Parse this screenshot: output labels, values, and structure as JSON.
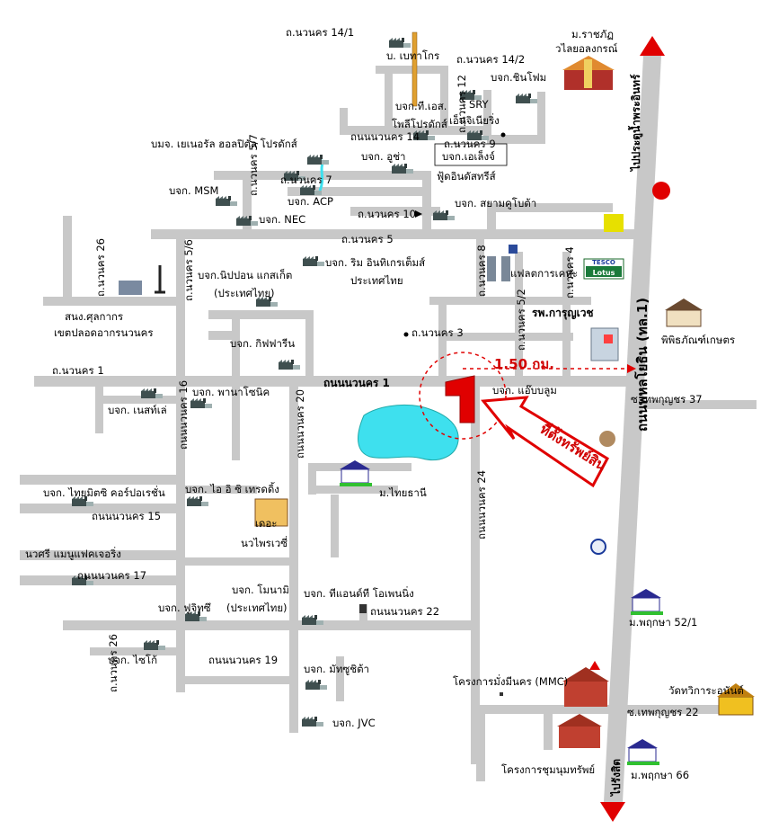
{
  "labels": {
    "nawanakorn_14_1": "ถ.นวนคร 14/1",
    "bor_paokor": "บ. เบทาโกร",
    "nawanakorn_14_2": "ถ.นวนคร 14/2",
    "raj_univ_1": "ม.ราชภัฏ",
    "raj_univ_2": "วไลยอลงกรณ์",
    "to_pratunam": "ไปประตูน้ำพระอินทร์",
    "chinpom": "บจก.ชินโฟม",
    "nawanakorn_12": "ถ.นวนคร 12",
    "tes_poly_1": "บจก.ที.เอส.",
    "tes_poly_2": "โพลีโปรดักส์",
    "sry": "SRY",
    "engineering": "เอ็นจิเนียริ่ง",
    "nawanakorn_14": "ถนนนวนคร 14",
    "nawanakorn_9": "ถ.นวนคร 9",
    "bmj_general": "บมจ. เยเนอรัล ฮอลปิตัล โปรดักส์",
    "ucha": "บจก. อูช่า",
    "ale_1": "บจก.เอเล็งจ์",
    "ale_2": "ฟู้ดอินดัสทรีส์",
    "nawanakorn_5_7": "ถ.นวนคร 5/7",
    "nawanakorn_7": "ถ.นวนคร 7",
    "msm": "บจก. MSM",
    "acp": "บจก. ACP",
    "nec": "บจก. NEC",
    "nawanakorn_10": "ถ.นวนคร 10",
    "siam_kubota": "บจก. สยามคูโบต้า",
    "nawanakorn_26": "ถ.นวนคร 26",
    "nawanakorn_5": "ถ.นวนคร 5",
    "nawanakorn_5_6": "ถ.นวนคร 5/6",
    "nippon_1": "บจก.นิปปอน แกสเก็ต",
    "nippon_2": "(ประเทศไทย)",
    "rim_1": "บจก. ริม อินทิเกรเต็มส์",
    "rim_2": "ประเทศไทย",
    "nawanakorn_8": "ถ.นวนคร 8",
    "flat": "แฟลตการเคหะ",
    "nawanakorn_5_2": "ถ.นวนคร 5/2",
    "nawanakorn_4": "ถ.นวนคร 4",
    "customs_1": "สนง.ศุลกากร",
    "customs_2": "เขตปลอดอากรนวนคร",
    "karunvej": "รพ.การุญเวช",
    "museum": "พิพิธภัณฑ์เกษตร",
    "nawanakorn_3": "ถ.นวนคร 3",
    "kifafarin": "บจก. กิฟฟารีน",
    "distance": "1.50 กม.",
    "nawanakorn_1_s": "ถ.นวนคร 1",
    "nawanakorn_1_main": "ถนนนวนคร 1",
    "phahon_road": "ถนนพหลโยธิน (ทล.1)",
    "apblum": "บจก. แอ๊บบลูม",
    "thep_37": "ซ.เทพกุญชร 37",
    "nestle": "บจก. เนสท์เล่",
    "panasonic": "บจก. พานาโซนิค",
    "nawanakorn_16": "ถนนนวนคร 16",
    "nawanakorn_20": "ถนนนวนคร 20",
    "property_location": "ที่ตั้งทรัพย์สิน",
    "mitsubishi_1": "บจก. ไทยมิตซิ คอร์ปอเรชั่น",
    "ioi": "บจก. ไอ อิ ซิ เทรดดิ้ง",
    "mthai_thani": "ม.ไทยธานี",
    "nawanakorn_24": "ถนนนวนคร 24",
    "nawanakorn_15": "ถนนนวนคร 15",
    "the_navapura_1": "เดอะ",
    "the_navapura_2": "นวไพรเวซี่",
    "nawasri_1": "นวศรี แมนูแฟคเจอริ่ง",
    "nawanakorn_17": "ถนนนวนคร 17",
    "minami_1": "บจก. โมนามิ",
    "minami_2": "(ประเทศไทย)",
    "tnt": "บจก. ทีแอนด์ที โอเพนนิ่ง",
    "fujisu": "บจก. ฟูจิทซึ",
    "nawanakorn_22": "ถนนนวนคร 22",
    "m_pruksa_52_1": "ม.พฤกษา 52/1",
    "nawanakorn_26b": "ถ.นวนคร 26",
    "psyko": "บจก. ไซโก้",
    "nawanakorn_19": "ถนนนวนคร 19",
    "matsushita": "บจก. มัทซูชิต้า",
    "mmc": "โครงการมั่งมีนคร (MMC)",
    "wat": "วัดทวิการะอนันต์",
    "thep_22": "ซ.เทพกุญชร 22",
    "jvc": "บจก. JVC",
    "chumnum": "โครงการชุมนุมทรัพย์",
    "to_rangsit": "ไปรังสิต",
    "m_pruksa_66": "ม.พฤกษา 66",
    "tesco": "TESCO",
    "lotus": "Lotus"
  },
  "icons": {
    "factory": "factory-icon",
    "house": "house-icon",
    "arrow": "direction-arrow-icon",
    "temple": "temple-icon",
    "hospital": "hospital-icon"
  },
  "colors": {
    "road": "#c8c8c8",
    "accent_red": "#e00000",
    "lake": "#3ee0ee",
    "factory_dark": "#3f4f4f",
    "factory_light": "#d0d8d8"
  }
}
